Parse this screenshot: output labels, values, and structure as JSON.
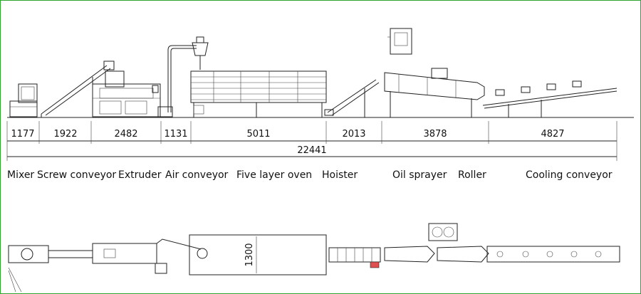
{
  "dimensions": {
    "segments": [
      "1177",
      "1922",
      "2482",
      "1131",
      "5011",
      "2013",
      "3878",
      "4827"
    ],
    "total": "22441",
    "width": "1300"
  },
  "labels": {
    "mixer": "Mixer",
    "screw_conveyor": "Screw conveyor",
    "extruder": "Extruder",
    "air_conveyor": "Air conveyor",
    "oven": "Five layer oven",
    "hoister": "Hoister",
    "oil_sprayer": "Oil sprayer",
    "roller": "Roller",
    "cooling_conveyor": "Cooling conveyor"
  },
  "colors": {
    "frame": "#2fa52f",
    "line": "#222222",
    "accent": "#e05050"
  }
}
